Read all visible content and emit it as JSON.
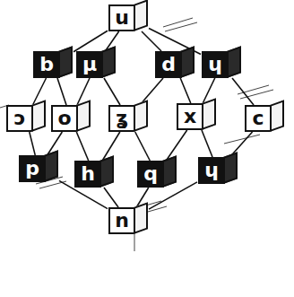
{
  "diagram": {
    "nodes": [
      {
        "text": [
          "u"
        ]
      },
      {
        "text": [
          "b"
        ]
      },
      {
        "text": [
          "μ"
        ]
      },
      {
        "text": [
          "d"
        ]
      },
      {
        "text": [
          "ɥ"
        ]
      },
      {
        "text": [
          "ɔ"
        ]
      },
      {
        "text": [
          "o"
        ]
      },
      {
        "text": [
          "ʓ"
        ]
      },
      {
        "text": [
          "x"
        ]
      },
      {
        "text": [
          "c"
        ]
      },
      {
        "text": [
          "p"
        ]
      },
      {
        "text": [
          "h"
        ]
      },
      {
        "text": [
          "q"
        ]
      },
      {
        "text": [
          "ɥ"
        ]
      },
      {
        "text": [
          "n"
        ]
      }
    ],
    "edges": [
      {
        "from": 0,
        "to": 1,
        "arrow": "none"
      },
      {
        "from": 0,
        "to": 2,
        "arrow": "none"
      },
      {
        "from": 0,
        "to": 3,
        "arrow": "none"
      },
      {
        "from": 0,
        "to": 4,
        "arrow": "none"
      },
      {
        "from": 1,
        "to": 5,
        "arrow": "none"
      },
      {
        "from": 1,
        "to": 6,
        "arrow": "none"
      },
      {
        "from": 2,
        "to": 6,
        "arrow": "none"
      },
      {
        "from": 2,
        "to": 7,
        "arrow": "none"
      },
      {
        "from": 3,
        "to": 7,
        "arrow": "none"
      },
      {
        "from": 3,
        "to": 8,
        "arrow": "none"
      },
      {
        "from": 4,
        "to": 8,
        "arrow": "none"
      },
      {
        "from": 4,
        "to": 9,
        "arrow": "none"
      },
      {
        "from": 5,
        "to": 10,
        "arrow": "none"
      },
      {
        "from": 6,
        "to": 10,
        "arrow": "none"
      },
      {
        "from": 6,
        "to": 11,
        "arrow": "none"
      },
      {
        "from": 7,
        "to": 11,
        "arrow": "none"
      },
      {
        "from": 7,
        "to": 12,
        "arrow": "none"
      },
      {
        "from": 8,
        "to": 12,
        "arrow": "none"
      },
      {
        "from": 8,
        "to": 13,
        "arrow": "none"
      },
      {
        "from": 9,
        "to": 13,
        "arrow": "none"
      },
      {
        "from": 10,
        "to": 14,
        "arrow": "none"
      },
      {
        "from": 11,
        "to": 14,
        "arrow": "none"
      },
      {
        "from": 12,
        "to": 14,
        "arrow": "none"
      },
      {
        "from": 13,
        "to": 14,
        "arrow": "none"
      }
    ]
  }
}
